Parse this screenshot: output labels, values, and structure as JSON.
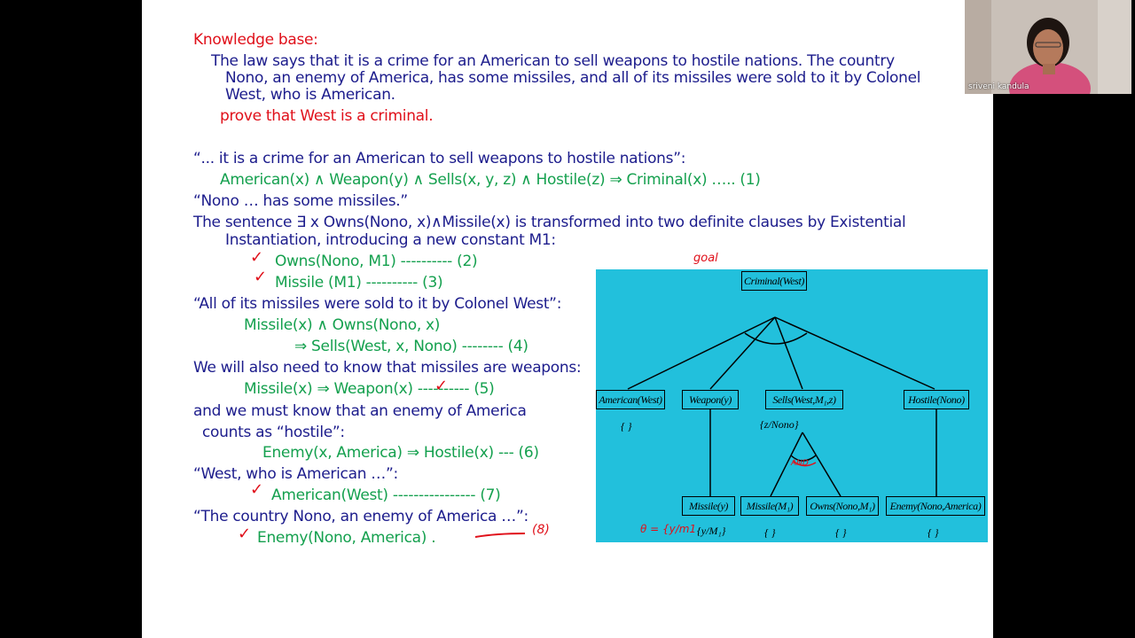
{
  "slide": {
    "kb_heading": "Knowledge base:",
    "kb_line1": "The law says that it is a crime for an American to sell weapons to hostile nations. The country",
    "kb_line2": "Nono, an enemy of America, has some missiles, and all of its missiles were sold to it by Colonel",
    "kb_line3": "West, who is American.",
    "goal": "prove that West is a criminal.",
    "q1": "“... it is a crime for an American to sell weapons to hostile nations”:",
    "r1": "American(x) ∧ Weapon(y) ∧ Sells(x, y, z) ∧ Hostile(z) ⇒ Criminal(x)  …..  (1)",
    "q2": "“Nono … has some missiles.”",
    "s2a": "The sentence ∃ x Owns(Nono, x)∧Missile(x) is transformed into two definite  clauses by Existential",
    "s2b": "Instantiation, introducing a new constant M1:",
    "r2": "Owns(Nono, M1)      ----------  (2)",
    "r3": "Missile (M1)          ----------  (3)",
    "q4": "“All of its missiles were sold to it by Colonel West”:",
    "r4a": "Missile(x) ∧ Owns(Nono, x)",
    "r4b": "⇒ Sells(West, x, Nono)  --------   (4)",
    "q5": "We will also need to know that missiles are weapons:",
    "r5": "Missile(x) ⇒ Weapon(x)  ----------  (5)",
    "q6a": "and we must know that an enemy of America",
    "q6b": "counts as “hostile”:",
    "r6": "Enemy(x, America) ⇒ Hostile(x)   ---   (6)",
    "q7": "“West, who is American …”:",
    "r7": "American(West)      ----------------   (7)",
    "q8": "“The country Nono, an enemy of America …”:",
    "r8": "Enemy(Nono, America) ."
  },
  "annotations": {
    "goal_note": "goal",
    "and_note": "AND",
    "theta_note": "θ = {y/m1",
    "num8": "(8)",
    "tick": "✓"
  },
  "diagram": {
    "root": "Criminal(West)",
    "american": "American(West)",
    "weapon": "Weapon(y)",
    "sells": "Sells(West,M₁,z)",
    "hostile": "Hostile(Nono)",
    "missile_y": "Missile(y)",
    "missile_m1": "Missile(M₁)",
    "owns": "Owns(Nono,M₁)",
    "enemy": "Enemy(Nono,America)",
    "sub_american": "{ }",
    "sub_sells": "{z/Nono}",
    "sub_missile_y": "{y/M₁}",
    "sub_missile_m1": "{ }",
    "sub_owns": "{ }",
    "sub_enemy": "{ }"
  },
  "video": {
    "participant_name": "sriveni kandula"
  },
  "colors": {
    "red": "#e0101a",
    "navy": "#1c1c8c",
    "green": "#14a04e",
    "diagram_bg": "#22c0dc"
  }
}
